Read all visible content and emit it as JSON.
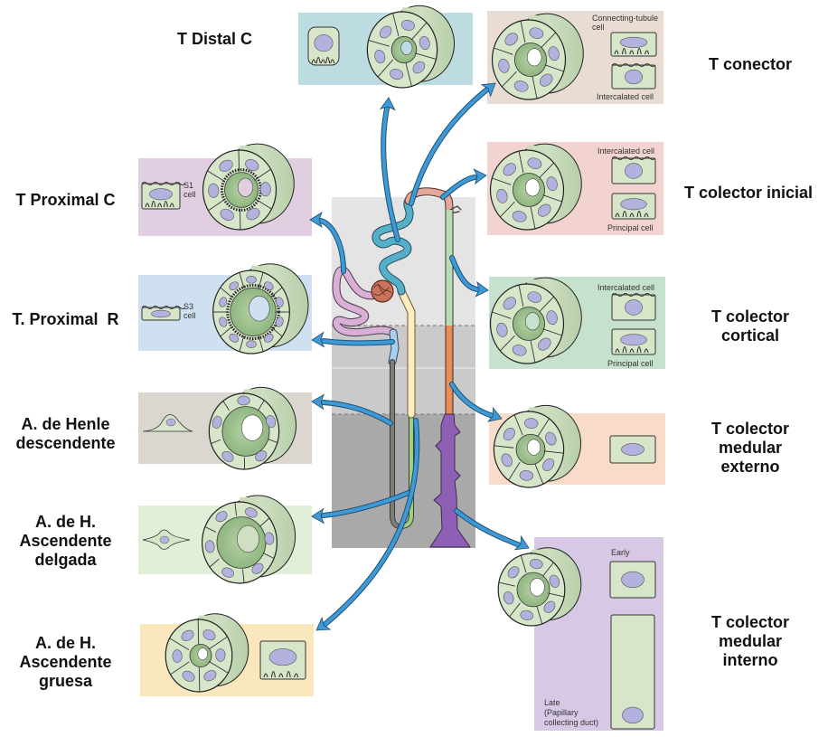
{
  "title": "Segmentos del nefrón y tipos celulares",
  "colors": {
    "arrow": "#3e9ad6",
    "cell_fill": "#d7e6c9",
    "cell_dark": "#9dbf8f",
    "nucleus": "#b3b1de",
    "cortex_bg": "#e4e4e4",
    "outer_medulla_bg": "#c9c9c9",
    "inner_medulla_bg": "#a9a9a9"
  },
  "segments": [
    {
      "id": "distal",
      "label_lines": [
        "T Distal C"
      ],
      "panel_color": "#bcdce2"
    },
    {
      "id": "proximal-c",
      "label_lines": [
        "T Proximal C"
      ],
      "panel_color": "#e1cfe1",
      "cell_caption": [
        "S1",
        "cell"
      ]
    },
    {
      "id": "proximal-r",
      "label_lines": [
        "T. Proximal  R"
      ],
      "panel_color": "#cfe1f1",
      "cell_caption": [
        "S3",
        "cell"
      ]
    },
    {
      "id": "henle-desc",
      "label_lines": [
        "A. de Henle",
        "descendente"
      ],
      "panel_color": "#dcd6d1"
    },
    {
      "id": "henle-thin-asc",
      "label_lines": [
        "A. de H.",
        "Ascendente",
        "delgada"
      ],
      "panel_color": "#e2efd8"
    },
    {
      "id": "henle-thick-asc",
      "label_lines": [
        "A. de H.",
        "Ascendente",
        "gruesa"
      ],
      "panel_color": "#fbe7bd"
    },
    {
      "id": "connector",
      "label_lines": [
        "T conector"
      ],
      "panel_color": "#e9dcd3",
      "captions": [
        "Connecting-tubule",
        "cell",
        "Intercalated cell"
      ]
    },
    {
      "id": "initial-collector",
      "label_lines": [
        "T colector inicial"
      ],
      "panel_color": "#f3d3cf",
      "captions": [
        "Intercalated cell",
        "Principal cell"
      ]
    },
    {
      "id": "cortical-collector",
      "label_lines": [
        "T colector",
        "cortical"
      ],
      "panel_color": "#c6e2cf",
      "captions": [
        "Intercalated cell",
        "Principal cell"
      ]
    },
    {
      "id": "outer-medullary-collector",
      "label_lines": [
        "T colector",
        "medular",
        "externo"
      ],
      "panel_color": "#f9dbc9"
    },
    {
      "id": "inner-medullary-collector",
      "label_lines": [
        "T colector",
        "medular",
        "interno"
      ],
      "panel_color": "#d7c9e6",
      "captions": [
        "Early",
        "Late",
        "(Papillary",
        "collecting duct)"
      ]
    }
  ]
}
